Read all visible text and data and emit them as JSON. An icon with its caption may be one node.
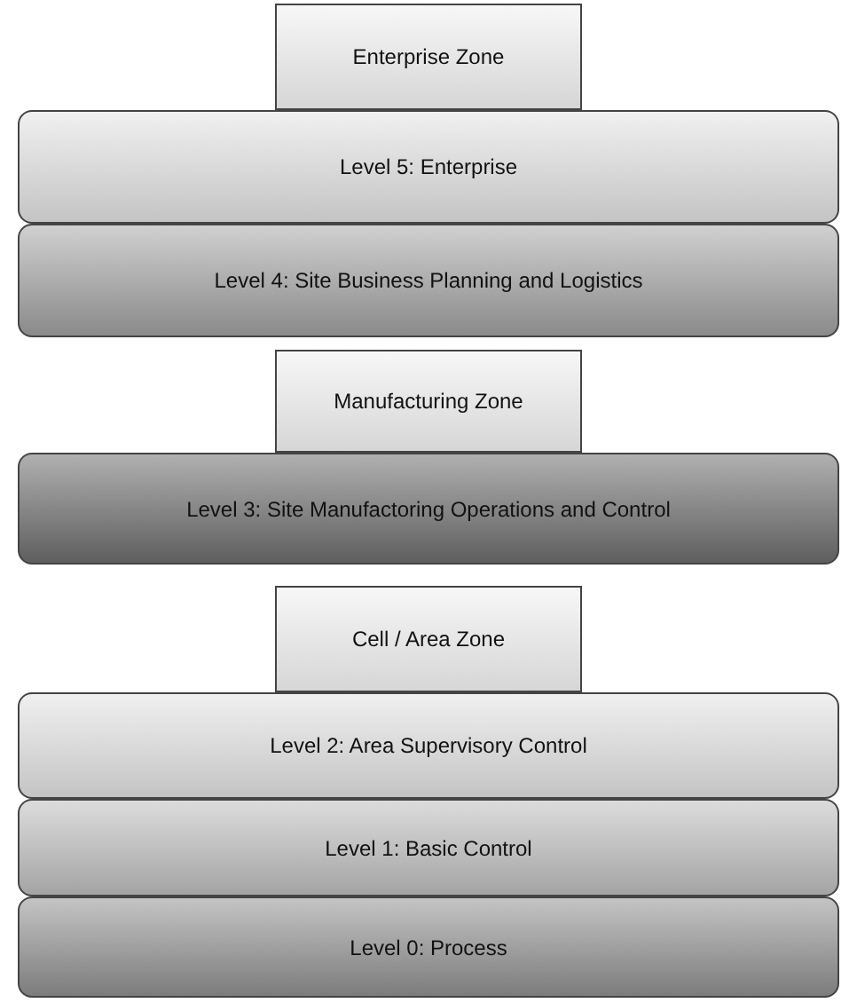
{
  "diagram": {
    "nodes": [
      {
        "text": [
          "Enterprise Zone"
        ]
      },
      {
        "text": [
          "Level 5: Enterprise"
        ]
      },
      {
        "text": [
          "Level 4: Site Business Planning and Logistics"
        ]
      },
      {
        "text": [
          "Manufacturing Zone"
        ]
      },
      {
        "text": [
          "Level 3: Site Manufactoring Operations and Control"
        ]
      },
      {
        "text": [
          "Cell / Area Zone"
        ]
      },
      {
        "text": [
          "Level 2: Area Supervisory Control"
        ]
      },
      {
        "text": [
          "Level 1: Basic Control"
        ]
      },
      {
        "text": [
          "Level 0: Process"
        ]
      }
    ],
    "edges": []
  }
}
